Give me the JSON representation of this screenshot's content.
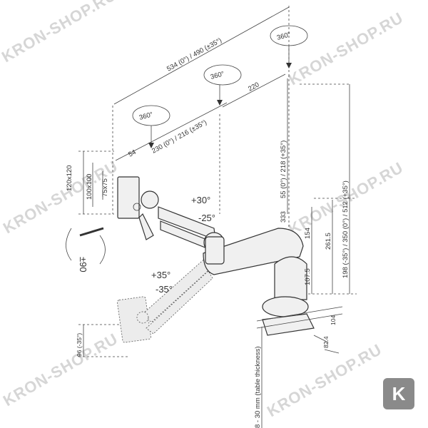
{
  "watermark": "KRON-SHOP.RU",
  "logo_letter": "K",
  "dimensions": {
    "total_reach": "534 (0°) / 490 (±35°)",
    "segment_1": "230 (0°) / 216 (±35°)",
    "segment_2": "220",
    "offset_54": "54",
    "vesa_outer": "120x120",
    "vesa_mid": "100x100",
    "vesa_inner": "75x75",
    "rotation": "360°",
    "tilt_up": "+30°",
    "tilt_down": "-25°",
    "swivel": "±90",
    "arm_plus_35": "+35°",
    "arm_minus_35": "-35°",
    "lift_top": "55 (0°) / 218 (+35°)",
    "height_total": "198 (-35°) / 350 (0°) / 512 (+35°)",
    "height_333": "333",
    "height_154": "154",
    "height_2615": "261.5",
    "height_1075": "107.5",
    "height_96": "96 (-35°)",
    "base_104": "104",
    "base_824": "82.4",
    "table_thickness": "8 - 30 mm (table thickness)"
  },
  "colors": {
    "line": "#444444",
    "body_fill": "#f0f0f0",
    "watermark": "#d6d6d6",
    "logo_bg": "#8a8a8a"
  }
}
